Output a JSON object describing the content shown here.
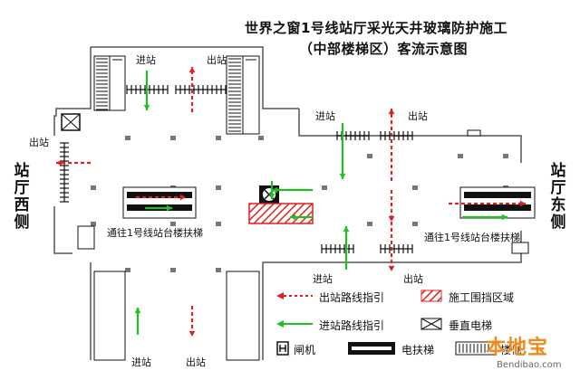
{
  "title": {
    "line1": "世界之窗1号线站厅采光天井玻璃防护施工",
    "line2": "（中部楼梯区）客流示意图"
  },
  "sides": {
    "west": "站厅西侧",
    "east": "站厅东侧"
  },
  "labels": {
    "enter_top": "进站",
    "exit_top": "出站",
    "exit_west": "出站",
    "enter_mid": "进站",
    "exit_mid_top": "出站",
    "enter_bottom_mid": "进站",
    "exit_bottom_mid": "出站",
    "enter_bottom_left": "进站",
    "exit_bottom_left": "出站",
    "platform_left": "通往1号线站台楼扶梯",
    "platform_right": "通往1号线站台楼扶梯"
  },
  "legend": {
    "exit_route": "出站路线指引",
    "construction": "施工围挡区域",
    "enter_route": "进站路线指引",
    "elevator": "垂直电梯",
    "gate": "闸机",
    "escalator": "电扶梯",
    "stairs": "楼梯"
  },
  "watermark": {
    "brand": "本地宝",
    "url": "Bendibao.com"
  },
  "colors": {
    "exit": "#e02020",
    "enter": "#20c020",
    "wall": "#555555",
    "construction": "#e02020"
  }
}
